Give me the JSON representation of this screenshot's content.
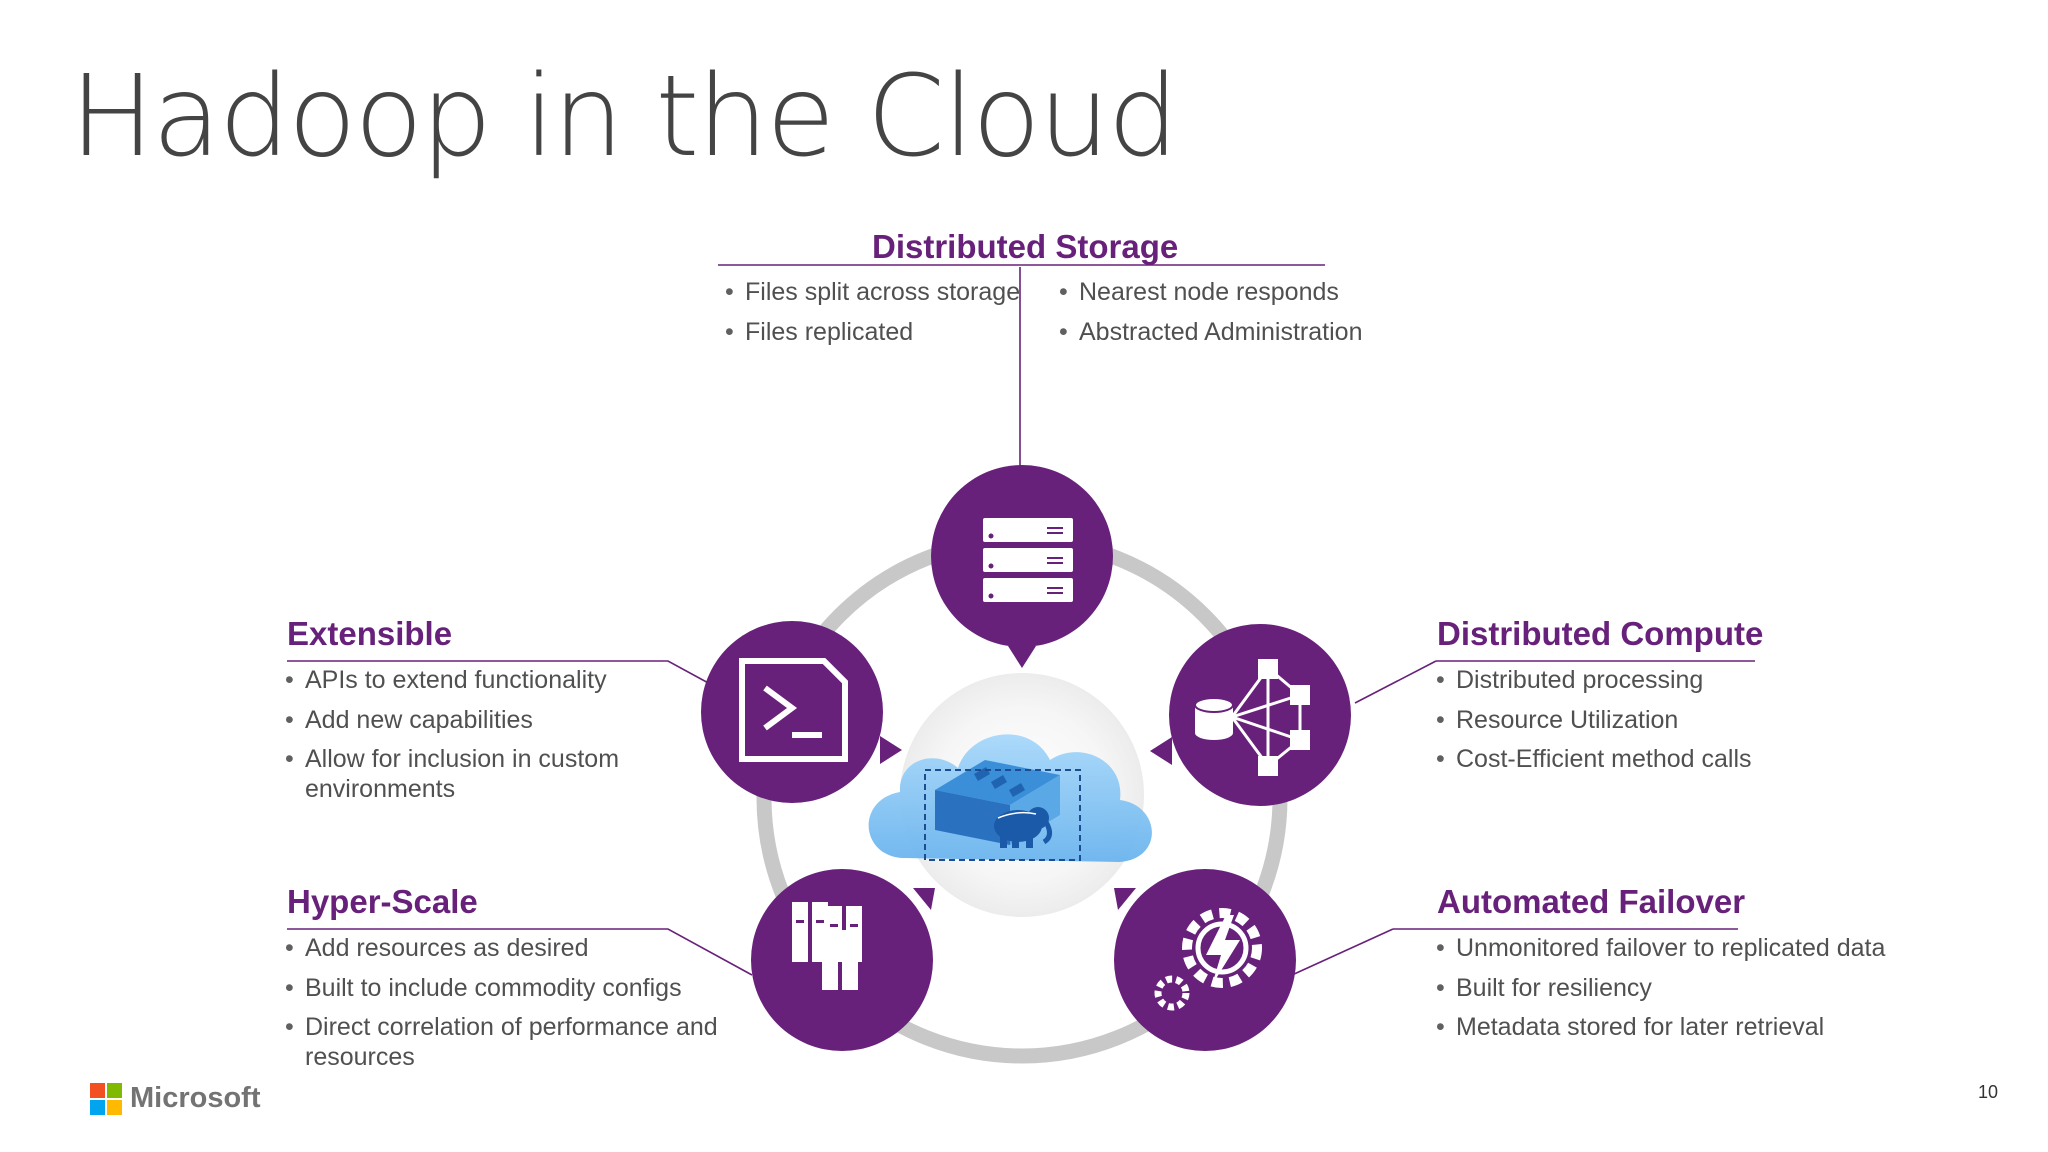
{
  "slide": {
    "title": "Hadoop in the Cloud",
    "page_number": "10"
  },
  "brand": {
    "name": "Microsoft",
    "colors": [
      "#f25022",
      "#7fba00",
      "#00a4ef",
      "#ffb900"
    ]
  },
  "colors": {
    "accent_purple": "#68217a",
    "ring_gray": "#c8c8c8",
    "cloud_blue": "#7cc0f0"
  },
  "sections": {
    "storage": {
      "heading": "Distributed Storage",
      "icon": "server-rack-icon",
      "col1": [
        "Files split across storage",
        "Files replicated"
      ],
      "col2": [
        "Nearest node responds",
        "Abstracted Administration"
      ]
    },
    "extensible": {
      "heading": "Extensible",
      "icon": "powershell-script-icon",
      "bullets": [
        "APIs to extend functionality",
        "Add new capabilities",
        "Allow for inclusion in custom environments"
      ]
    },
    "compute": {
      "heading": "Distributed Compute",
      "icon": "network-nodes-icon",
      "bullets": [
        "Distributed processing",
        "Resource Utilization",
        "Cost-Efficient method calls"
      ]
    },
    "hyperscale": {
      "heading": "Hyper-Scale",
      "icon": "server-towers-icon",
      "bullets": [
        "Add resources as desired",
        "Built to include commodity configs",
        "Direct correlation of performance and resources"
      ]
    },
    "failover": {
      "heading": "Automated Failover",
      "icon": "gear-lightning-icon",
      "bullets": [
        "Unmonitored failover to replicated data",
        "Built for resiliency",
        "Metadata stored for later retrieval"
      ]
    }
  },
  "center": {
    "icon": "hadoop-cloud-icon"
  }
}
